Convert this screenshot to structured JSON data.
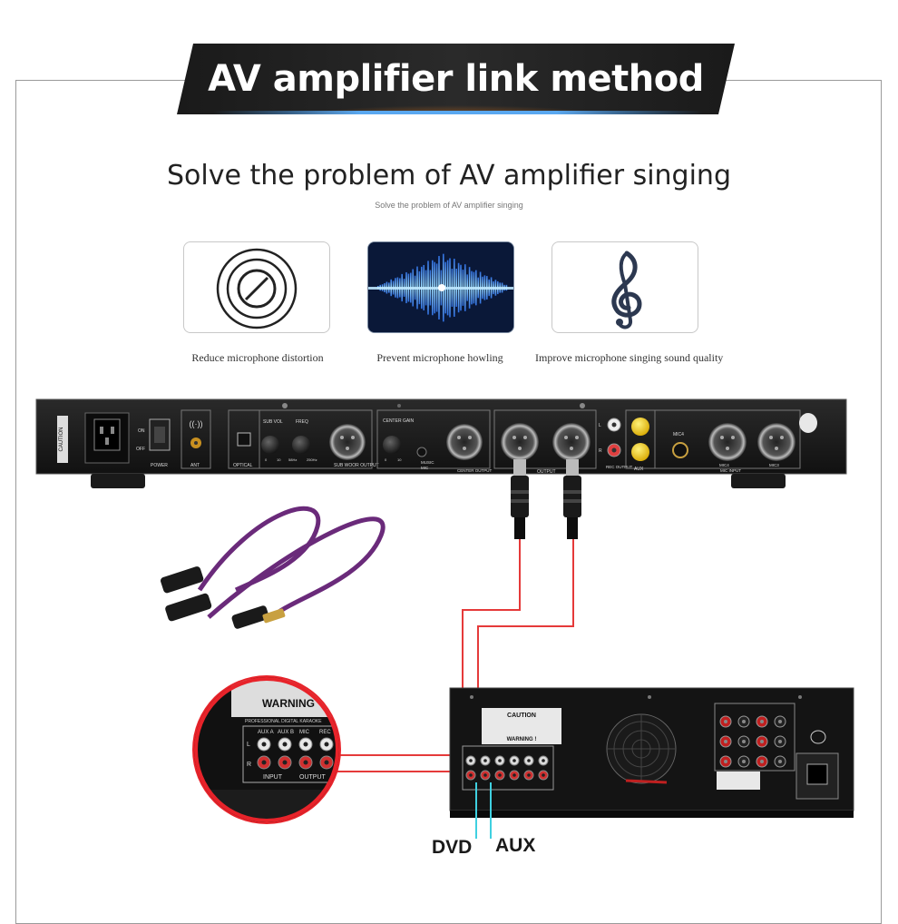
{
  "banner": {
    "title": "AV amplifier link method"
  },
  "headline": "Solve the problem of AV amplifier singing",
  "subline": "Solve the problem of AV amplifier singing",
  "features": [
    {
      "caption": "Reduce microphone distortion",
      "icon": "microphone-capsule-icon"
    },
    {
      "caption": "Prevent microphone howling",
      "icon": "sound-wave-icon"
    },
    {
      "caption": "Improve microphone singing sound quality",
      "icon": "treble-clef-icon"
    }
  ],
  "processor_panel": {
    "labels": {
      "caution": "CAUTION",
      "on": "ON",
      "off": "OFF",
      "power": "POWER",
      "ant": "ANT",
      "optical": "OPTICAL",
      "sub_vol": "SUB VOL",
      "freq": "FREQ",
      "sub_woofer_output": "SUB WOOR OUTPUT",
      "center_gain": "CENTER GAIN",
      "music": "MUSIC",
      "mic": "MIC",
      "center_output": "CENTER OUTPUT",
      "output": "OUTPUT",
      "rec_output": "REC OUTPUT",
      "aux": "AUX",
      "mic4": "MIC4",
      "mic3": "MIC3",
      "mic_input": "MIC INPUT",
      "l": "L",
      "r": "R",
      "freq_58": "58Hz",
      "freq_250": "250Hz",
      "num_0": "0",
      "num_10": "10"
    }
  },
  "zoom_panel": {
    "warning": "WARNING",
    "brand": "PROFESSIONAL DIGITAL KARAOKE",
    "cols": [
      "AUX A",
      "AUX B",
      "MIC",
      "REC"
    ],
    "row_l": "L",
    "row_r": "R",
    "input": "INPUT",
    "output": "OUTPUT"
  },
  "amplifier": {
    "caution": "CAUTION",
    "warning": "WARNING !"
  },
  "labels": {
    "dvd": "DVD",
    "aux": "AUX"
  },
  "colors": {
    "cable_red": "#e53a3a",
    "cable_cyan": "#3fd0e0",
    "zoom_ring": "#e8232a",
    "cable_purple": "#6a2a7a"
  }
}
